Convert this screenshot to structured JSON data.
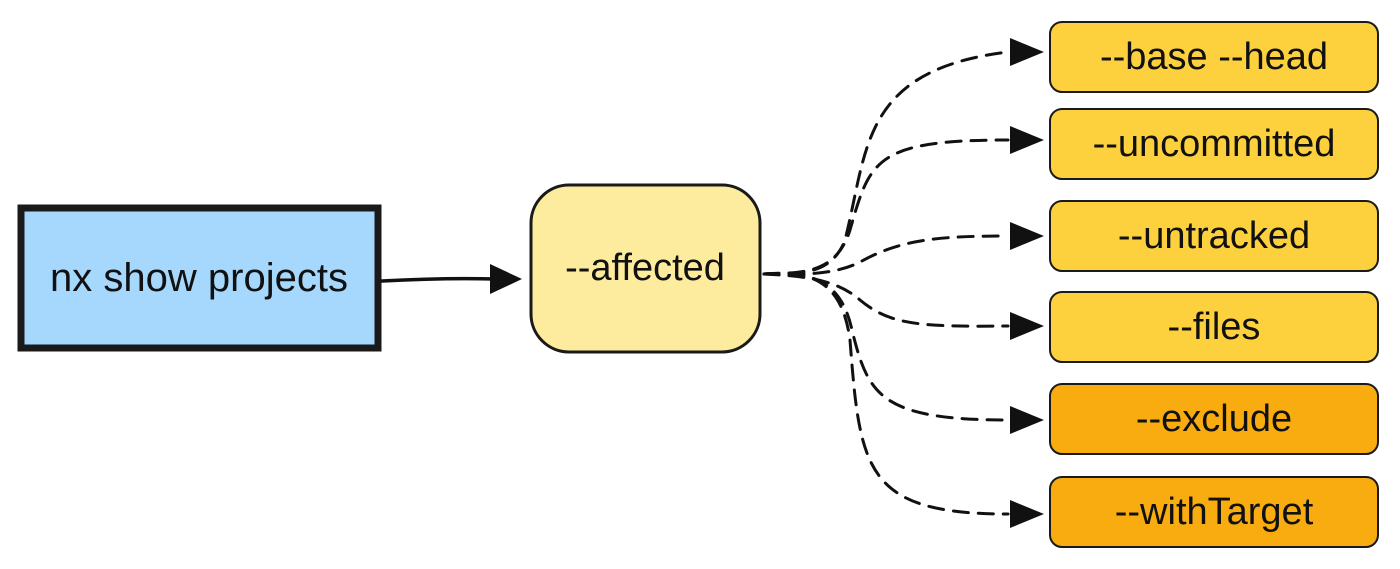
{
  "root": {
    "label": "nx show projects",
    "fill": "#a6d8fd",
    "stroke": "#1a1a1a"
  },
  "hub": {
    "label": "--affected",
    "fill": "#fdeb9e",
    "stroke": "#1a1a1a"
  },
  "options": [
    {
      "label": "--base --head",
      "fill": "#fdd13d"
    },
    {
      "label": "--uncommitted",
      "fill": "#fdd13d"
    },
    {
      "label": "--untracked",
      "fill": "#fdd13d"
    },
    {
      "label": "--files",
      "fill": "#fdd13d"
    },
    {
      "label": "--exclude",
      "fill": "#f9ac0f"
    },
    {
      "label": "--withTarget",
      "fill": "#f9ac0f"
    }
  ],
  "colors": {
    "line": "#111111",
    "node_border": "#1a1a1a"
  }
}
